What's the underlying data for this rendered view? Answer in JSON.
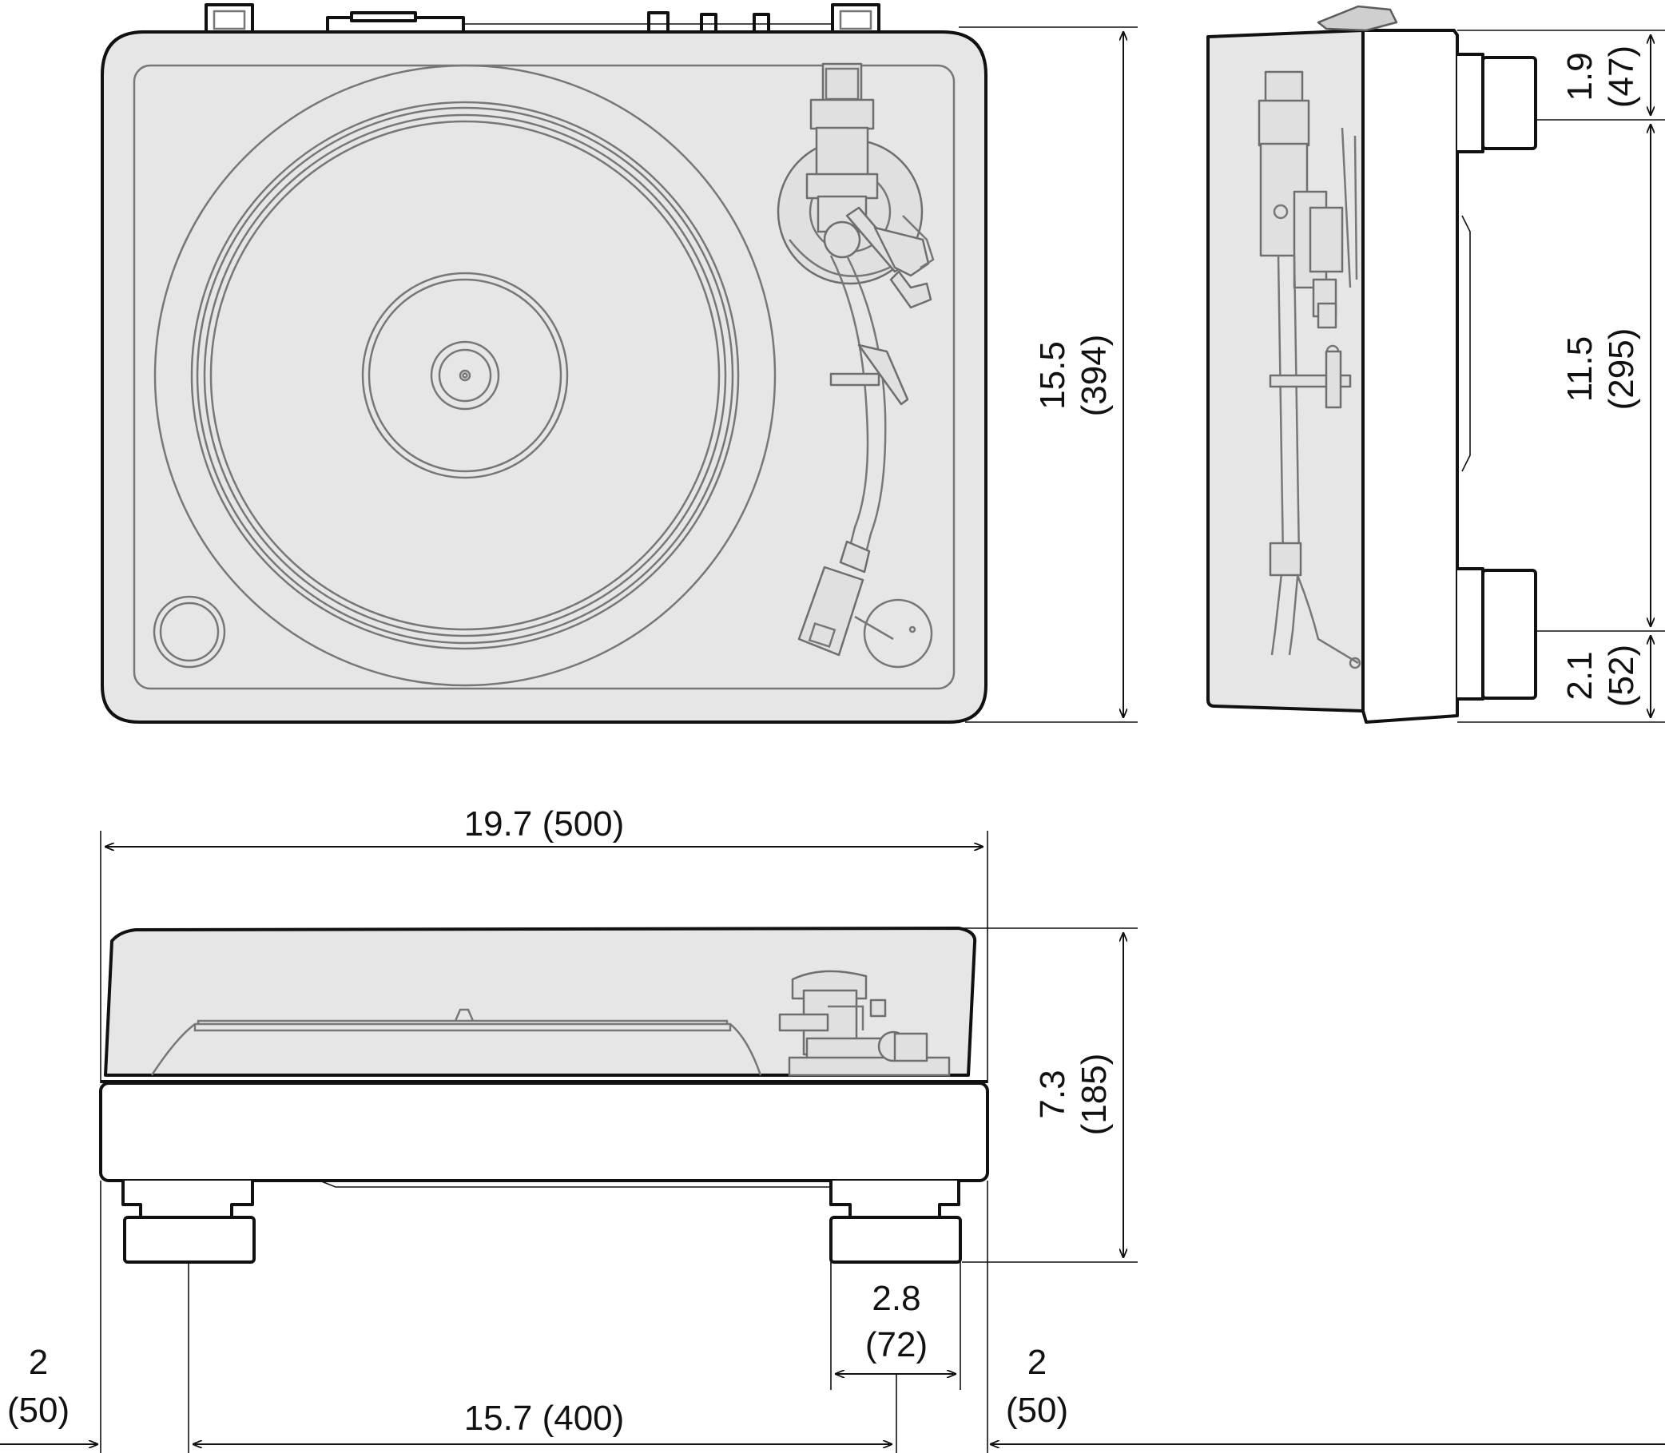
{
  "dimensions": {
    "top_height": {
      "value": "15.5",
      "metric": "(394)"
    },
    "side_top_foot": {
      "value": "1.9",
      "metric": "(47)"
    },
    "side_middle": {
      "value": "11.5",
      "metric": "(295)"
    },
    "side_bottom_foot": {
      "value": "2.1",
      "metric": "(52)"
    },
    "front_width": {
      "text": "19.7 (500)"
    },
    "front_height": {
      "value": "7.3",
      "metric": "(185)"
    },
    "foot_width": {
      "value": "2.8",
      "metric": "(72)"
    },
    "left_offset": {
      "value": "2",
      "metric": "(50)"
    },
    "foot_spacing": {
      "text": "15.7 (400)"
    },
    "right_offset": {
      "value": "2",
      "metric": "(50)"
    }
  }
}
